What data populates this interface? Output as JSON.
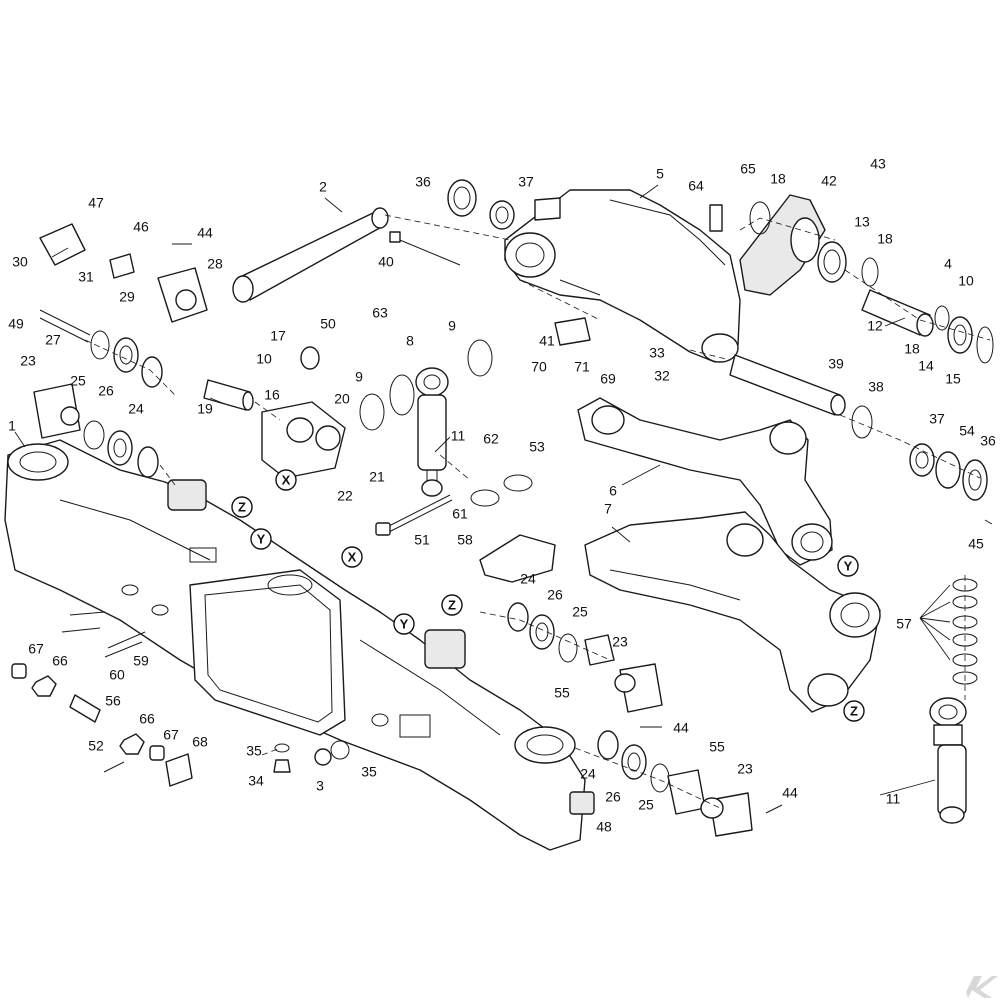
{
  "callouts": [
    "1",
    "2",
    "3",
    "4",
    "5",
    "6",
    "7",
    "8",
    "9",
    "10",
    "11",
    "12",
    "13",
    "14",
    "15",
    "16",
    "17",
    "18",
    "19",
    "20",
    "21",
    "22",
    "23",
    "24",
    "25",
    "26",
    "27",
    "28",
    "29",
    "30",
    "31",
    "32",
    "33",
    "34",
    "35",
    "36",
    "37",
    "38",
    "39",
    "40",
    "41",
    "42",
    "43",
    "44",
    "45",
    "46",
    "47",
    "48",
    "49",
    "50",
    "51",
    "52",
    "53",
    "54",
    "55",
    "56",
    "57",
    "58",
    "59",
    "60",
    "61",
    "62",
    "63",
    "64",
    "65",
    "66",
    "67",
    "68",
    "69",
    "70",
    "71"
  ],
  "refs": {
    "x": "X",
    "y": "Y",
    "z": "Z"
  },
  "colors": {
    "ink": "#1a1a1a",
    "paper": "#ffffff",
    "logo": "#d8d8d8"
  },
  "logo_icon": "k-logo-icon"
}
